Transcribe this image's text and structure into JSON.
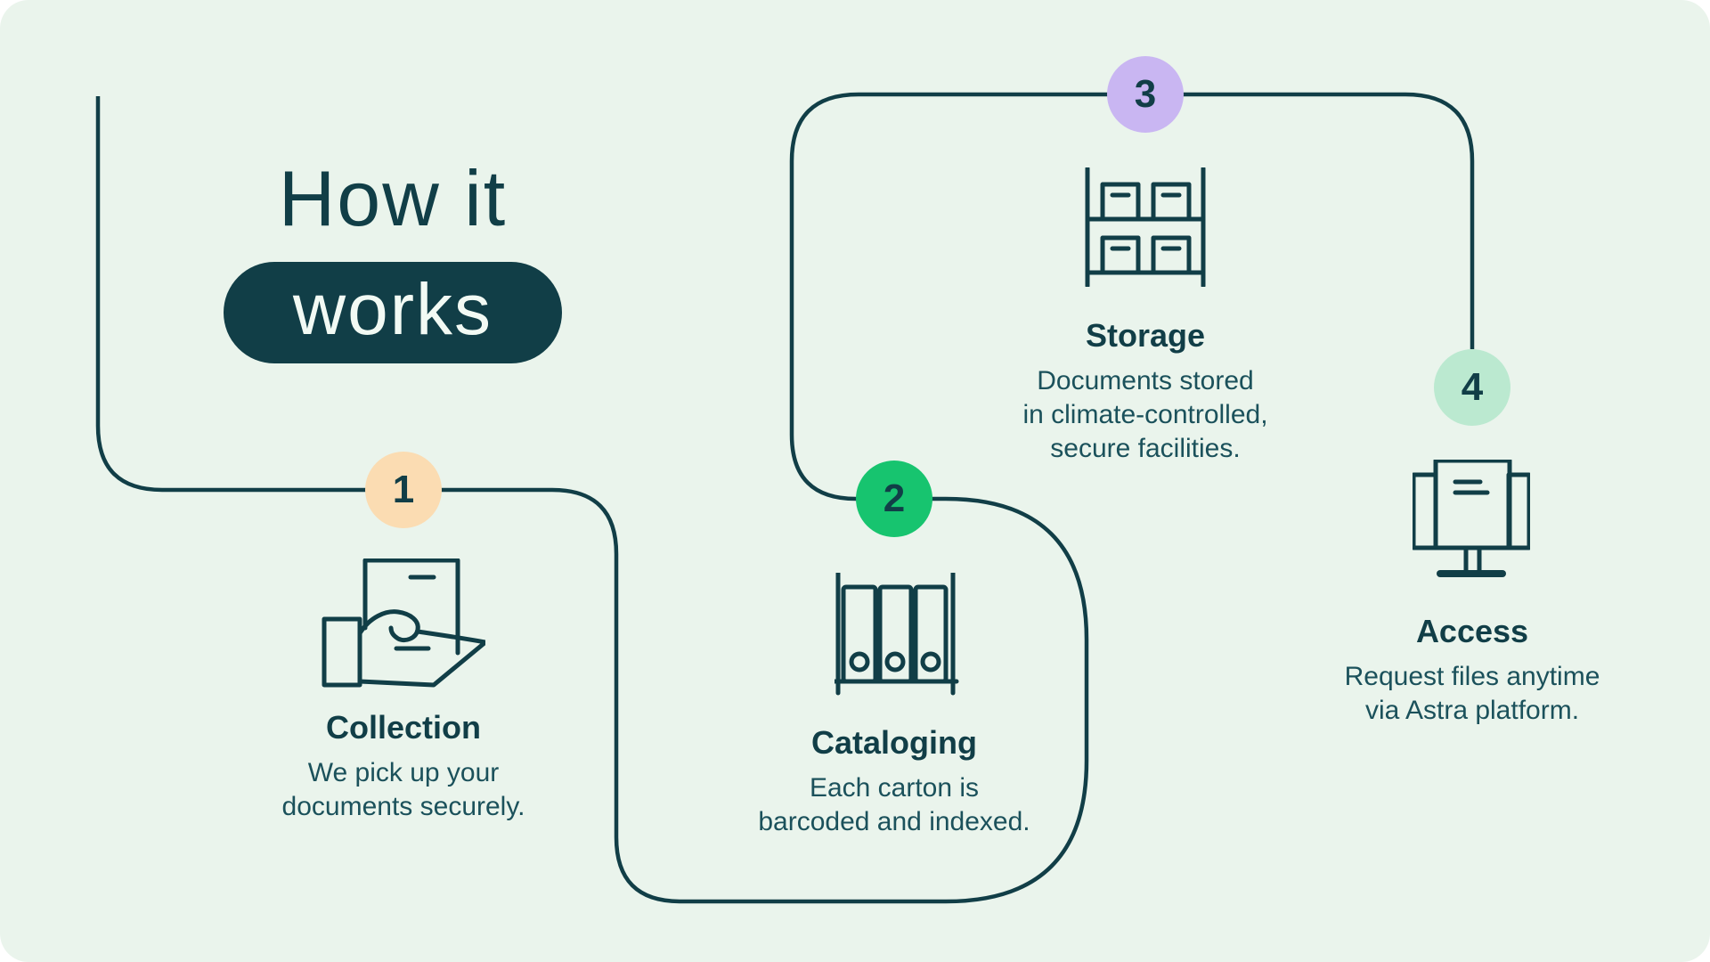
{
  "title": {
    "line1": "How it",
    "highlight": "works"
  },
  "steps": [
    {
      "number": "1",
      "label": "Collection",
      "lines": [
        "We pick up your",
        "documents securely."
      ],
      "icon": "hand-holding-box",
      "badge_color": "#fbdcb2"
    },
    {
      "number": "2",
      "label": "Cataloging",
      "lines": [
        "Each carton is",
        "barcoded and indexed."
      ],
      "icon": "binders-on-shelf",
      "badge_color": "#17c46f"
    },
    {
      "number": "3",
      "label": "Storage",
      "lines": [
        "Documents stored",
        "in climate-controlled,",
        "secure facilities."
      ],
      "icon": "shelf-with-boxes",
      "badge_color": "#c9b6f2"
    },
    {
      "number": "4",
      "label": "Access",
      "lines": [
        "Request files anytime",
        "via Astra platform."
      ],
      "icon": "terminal-monitor",
      "badge_color": "#bbe9d0"
    }
  ],
  "colors": {
    "canvas_background": "#eaf4ec",
    "ink": "#113e47",
    "pill_background": "#113e47",
    "pill_text": "#f2faf4",
    "body_text": "#1b515b"
  }
}
